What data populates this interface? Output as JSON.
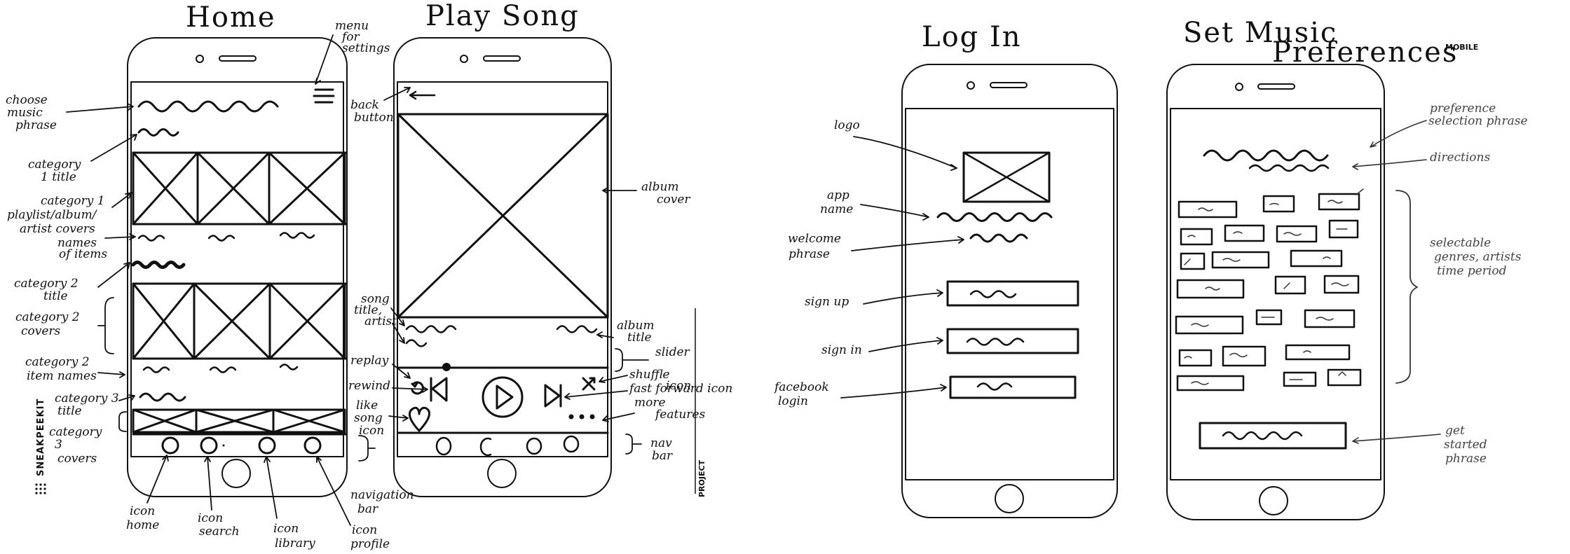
{
  "screens": {
    "home": {
      "title": "Home"
    },
    "play": {
      "title": "Play Song"
    },
    "login": {
      "title": "Log In"
    },
    "prefs": {
      "title_line1": "Set Music",
      "title_line2": "Preferences"
    }
  },
  "side_text": {
    "brand": "SNEAKPEEKIT",
    "project": "PROJECT",
    "mobile": "MOBILE"
  },
  "home_labels": {
    "menu_settings": [
      "menu",
      "for",
      "settings"
    ],
    "choose_music": [
      "choose",
      "music",
      "phrase"
    ],
    "cat1_title": [
      "category",
      "1 title"
    ],
    "cat1_covers": [
      "category 1",
      "playlist/album/",
      "artist covers"
    ],
    "names_items": [
      "names",
      "of items"
    ],
    "cat2_title": [
      "category 2",
      "title"
    ],
    "cat2_covers": [
      "category 2",
      "covers"
    ],
    "cat2_names": [
      "category 2",
      "item names"
    ],
    "cat3_title": [
      "category 3",
      "title"
    ],
    "cat3_covers": [
      "category",
      "3",
      "covers"
    ],
    "icon_home": [
      "icon",
      "home"
    ],
    "icon_search": [
      "icon",
      "search"
    ],
    "icon_library": [
      "icon",
      "library"
    ],
    "icon_profile": [
      "icon",
      "profile"
    ],
    "nav_bar": [
      "navigation",
      "bar"
    ]
  },
  "play_labels": {
    "back_button": [
      "back",
      "button"
    ],
    "album_cover": [
      "album",
      "cover"
    ],
    "song_title": [
      "song",
      "title,",
      "artist"
    ],
    "album_title": [
      "album",
      "title"
    ],
    "slider": [
      "slider"
    ],
    "replay": [
      "replay"
    ],
    "rewind": [
      "rewind"
    ],
    "like": [
      "like",
      "song",
      "icon"
    ],
    "shuffle": [
      "shuffle",
      "icon"
    ],
    "fast_forward": [
      "fast forward icon"
    ],
    "more": [
      "more",
      "features"
    ],
    "nav_bar": [
      "nav",
      "bar"
    ]
  },
  "login_labels": {
    "logo": [
      "logo"
    ],
    "app_name": [
      "app",
      "name"
    ],
    "welcome": [
      "welcome",
      "phrase"
    ],
    "sign_up": [
      "sign up"
    ],
    "sign_in": [
      "sign in"
    ],
    "facebook": [
      "facebook",
      "login"
    ]
  },
  "prefs_labels": {
    "pref_phrase": [
      "preference",
      "selection phrase"
    ],
    "directions": [
      "directions"
    ],
    "selectable": [
      "selectable",
      "genres, artists",
      "time period"
    ],
    "get_started": [
      "get",
      "started",
      "phrase"
    ]
  }
}
